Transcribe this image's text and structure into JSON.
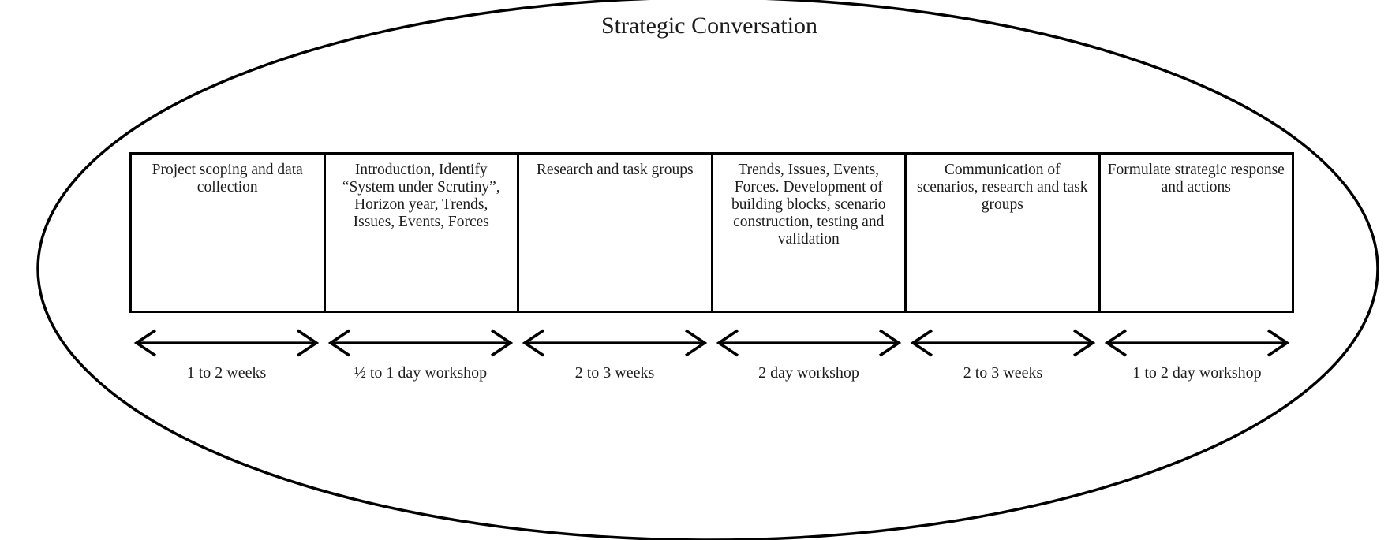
{
  "title": "Strategic Conversation",
  "phases": [
    {
      "label": "Project scoping and data collection",
      "duration": "1 to 2 weeks"
    },
    {
      "label": "Introduction, Identify “System under Scrutiny”, Horizon year, Trends, Issues, Events, Forces",
      "duration": "½ to 1 day workshop"
    },
    {
      "label": "Research and task groups",
      "duration": "2 to 3 weeks"
    },
    {
      "label": "Trends, Issues, Events, Forces. Development of building blocks, scenario construction, testing and validation",
      "duration": "2 day workshop"
    },
    {
      "label": "Communication of scenarios, research and task groups",
      "duration": "2 to 3 weeks"
    },
    {
      "label": "Formulate strategic response and actions",
      "duration": "1 to 2 day workshop"
    }
  ],
  "icons": {
    "duration_arrow": "double-headed-arrow"
  },
  "colors": {
    "line": "#000000",
    "text": "#1c1c1c",
    "background": "#ffffff"
  }
}
